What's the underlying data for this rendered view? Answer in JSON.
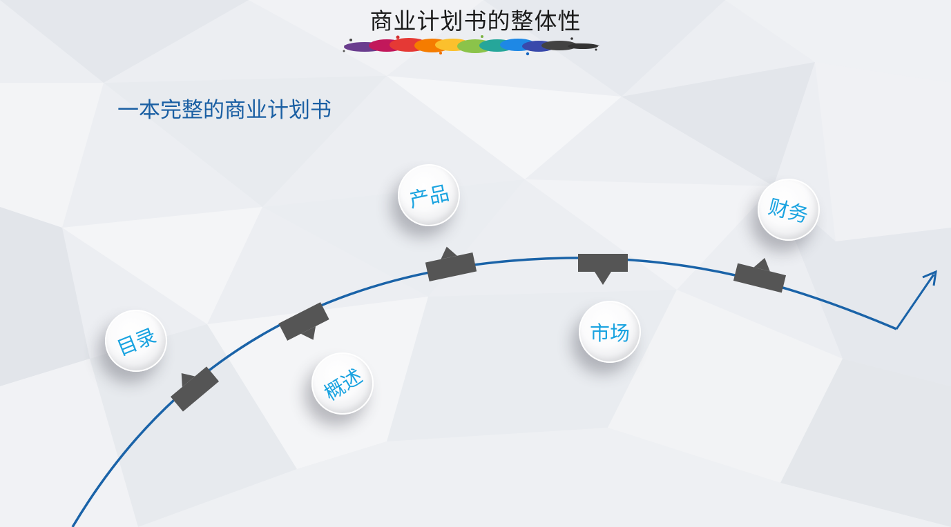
{
  "slide": {
    "title": "商业计划书的整体性",
    "subtitle": "一本完整的商业计划书"
  },
  "nodes": [
    {
      "id": "catalog",
      "label": "目录"
    },
    {
      "id": "overview",
      "label": "概述"
    },
    {
      "id": "product",
      "label": "产品"
    },
    {
      "id": "market",
      "label": "市场"
    },
    {
      "id": "finance",
      "label": "财务"
    }
  ],
  "colors": {
    "curve": "#1a63a8",
    "marker": "#555555",
    "label": "#1aa3e0",
    "subtitle": "#1a5fa3"
  }
}
